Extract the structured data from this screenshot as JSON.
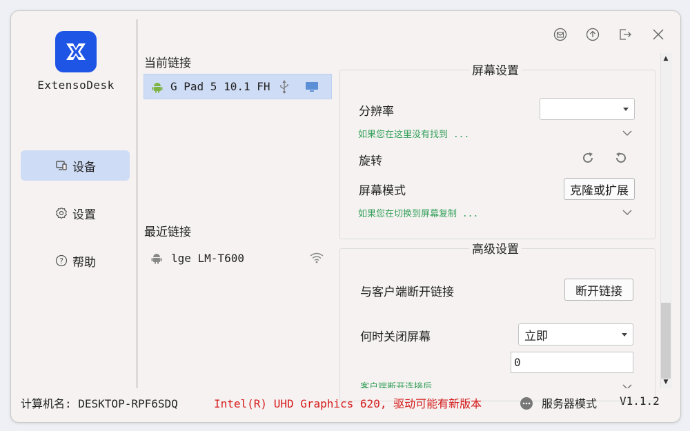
{
  "app": {
    "name": "ExtensoDesk",
    "logo_icon": "app-logo-icon",
    "brand_color": "#1f55e5"
  },
  "nav": {
    "items": [
      {
        "label": "设备",
        "icon": "devices-icon",
        "active": true
      },
      {
        "label": "设置",
        "icon": "gear-icon",
        "active": false
      },
      {
        "label": "帮助",
        "icon": "help-icon",
        "active": false
      }
    ]
  },
  "top_icons": [
    "messages-icon",
    "upload-icon",
    "logout-icon",
    "close-icon"
  ],
  "current": {
    "label": "当前链接",
    "device": {
      "name": "G Pad 5 10.1 FH",
      "os_icon": "android-icon",
      "conn_icon": "usb-icon",
      "display_icon": "monitor-icon"
    }
  },
  "recent": {
    "label": "最近链接",
    "devices": [
      {
        "name": "lge LM-T600",
        "os_icon": "android-icon",
        "conn_icon": "wifi-icon"
      }
    ]
  },
  "screen_settings": {
    "title": "屏幕设置",
    "resolution_label": "分辨率",
    "resolution_value": "",
    "resolution_hint": "如果您在这里没有找到 ...",
    "rotate_label": "旋转",
    "mode_label": "屏幕模式",
    "mode_button": "克隆或扩展",
    "mode_hint": "如果您在切换到屏幕复制 ..."
  },
  "advanced_settings": {
    "title": "高级设置",
    "disconnect_label": "与客户端断开链接",
    "disconnect_button": "断开链接",
    "screen_off_label": "何时关闭屏幕",
    "screen_off_value": "立即",
    "number_value": "0",
    "partial_hint": "客户端断开连接后"
  },
  "status_bar": {
    "computer_name": "计算机名: DESKTOP-RPF6SDQ",
    "driver_warning": "Intel(R) UHD Graphics 620, 驱动可能有新版本",
    "server_mode": "服务器模式",
    "version": "V1.1.2",
    "warning_color": "#d61b1b",
    "hint_color": "#35a05a"
  }
}
